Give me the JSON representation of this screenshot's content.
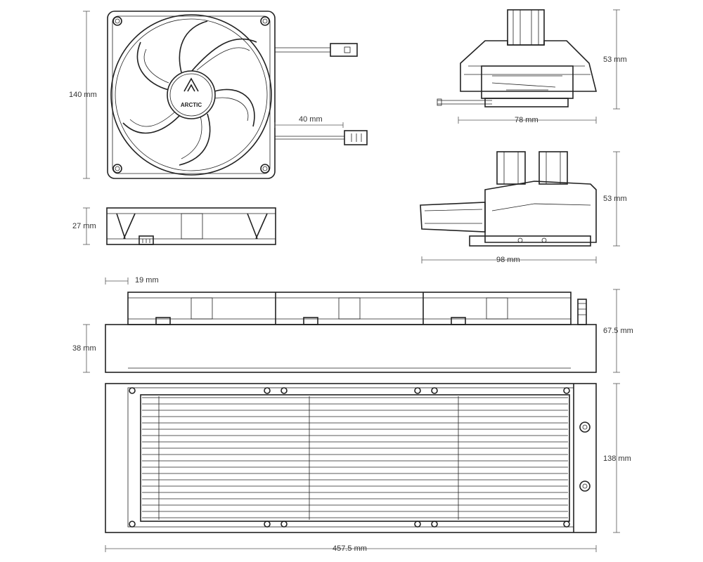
{
  "dimensions": {
    "fan_height": "140 mm",
    "fan_cable": "40 mm",
    "fan_thickness": "27 mm",
    "pump_height_front": "53 mm",
    "pump_width_front": "78 mm",
    "pump_height_side": "53 mm",
    "pump_width_side": "98 mm",
    "offset": "19 mm",
    "radiator_thickness": "38 mm",
    "total_thickness": "67.5 mm",
    "radiator_width": "138 mm",
    "radiator_length": "457.5 mm"
  },
  "logo": {
    "text": "ARCTIC"
  },
  "colors": {
    "line": "#222222",
    "dimension": "#555555",
    "background": "#ffffff"
  }
}
